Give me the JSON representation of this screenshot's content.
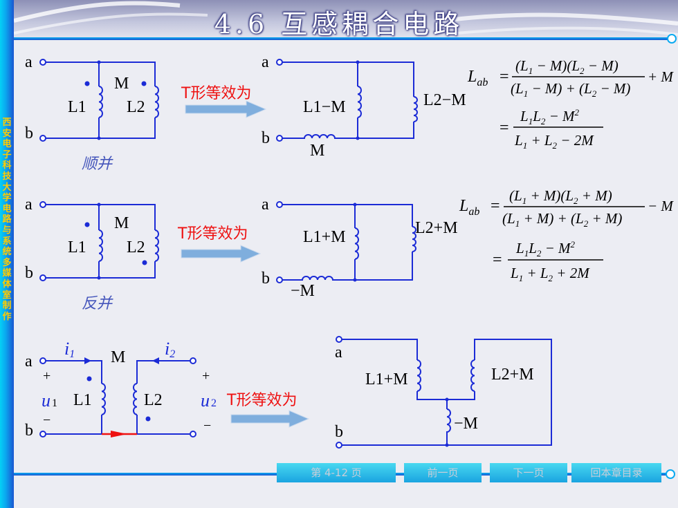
{
  "header": {
    "title": "4.6 互感耦合电路"
  },
  "sidebar": {
    "text": "西安电子科技大学电路与系统多媒体室制作"
  },
  "section1": {
    "term_a": "a",
    "term_b": "b",
    "coupling": "M",
    "l1": "L1",
    "l2": "L2",
    "caption": "顺并",
    "equiv_label": "T形等效为",
    "eq_l1": "L1−M",
    "eq_l2": "L2−M",
    "eq_m": "M",
    "formula": {
      "lhs": "L",
      "lhs_sub": "ab",
      "line1_num": "(L1 − M)(L2 − M)",
      "line1_den": "(L1 − M) + (L2 − M)",
      "line1_tail": "+ M",
      "line2_num": "L1L2 − M2",
      "line2_den": "L1 + L2 − 2M"
    }
  },
  "section2": {
    "term_a": "a",
    "term_b": "b",
    "coupling": "M",
    "l1": "L1",
    "l2": "L2",
    "caption": "反并",
    "equiv_label": "T形等效为",
    "eq_l1": "L1+M",
    "eq_l2": "L2+M",
    "eq_m": "−M",
    "formula": {
      "lhs": "L",
      "lhs_sub": "ab",
      "line1_num": "(L1 + M)(L2 + M)",
      "line1_den": "(L1 + M) + (L2 + M)",
      "line1_tail": "− M",
      "line2_num": "L1L2 − M2",
      "line2_den": "L1 + L2 + 2M"
    }
  },
  "section3": {
    "term_a": "a",
    "term_b": "b",
    "i1": "i",
    "i1_sub": "1",
    "i2": "i",
    "i2_sub": "2",
    "u1": "u",
    "u1_sub": "1",
    "u2": "u",
    "u2_sub": "2",
    "plus": "+",
    "minus": "−",
    "coupling": "M",
    "l1": "L1",
    "l2": "L2",
    "equiv_label": "T形等效为",
    "eq_l1": "L1+M",
    "eq_l2": "L2+M",
    "eq_m": "−M"
  },
  "nav": {
    "page": "第 4-12 页",
    "prev": "前一页",
    "next": "下一页",
    "toc": "回本章目录"
  },
  "colors": {
    "wire": "#1b2bd6",
    "label_red": "#ee1111",
    "arrow": "#7faedd",
    "bar": "#0aa9f0"
  }
}
